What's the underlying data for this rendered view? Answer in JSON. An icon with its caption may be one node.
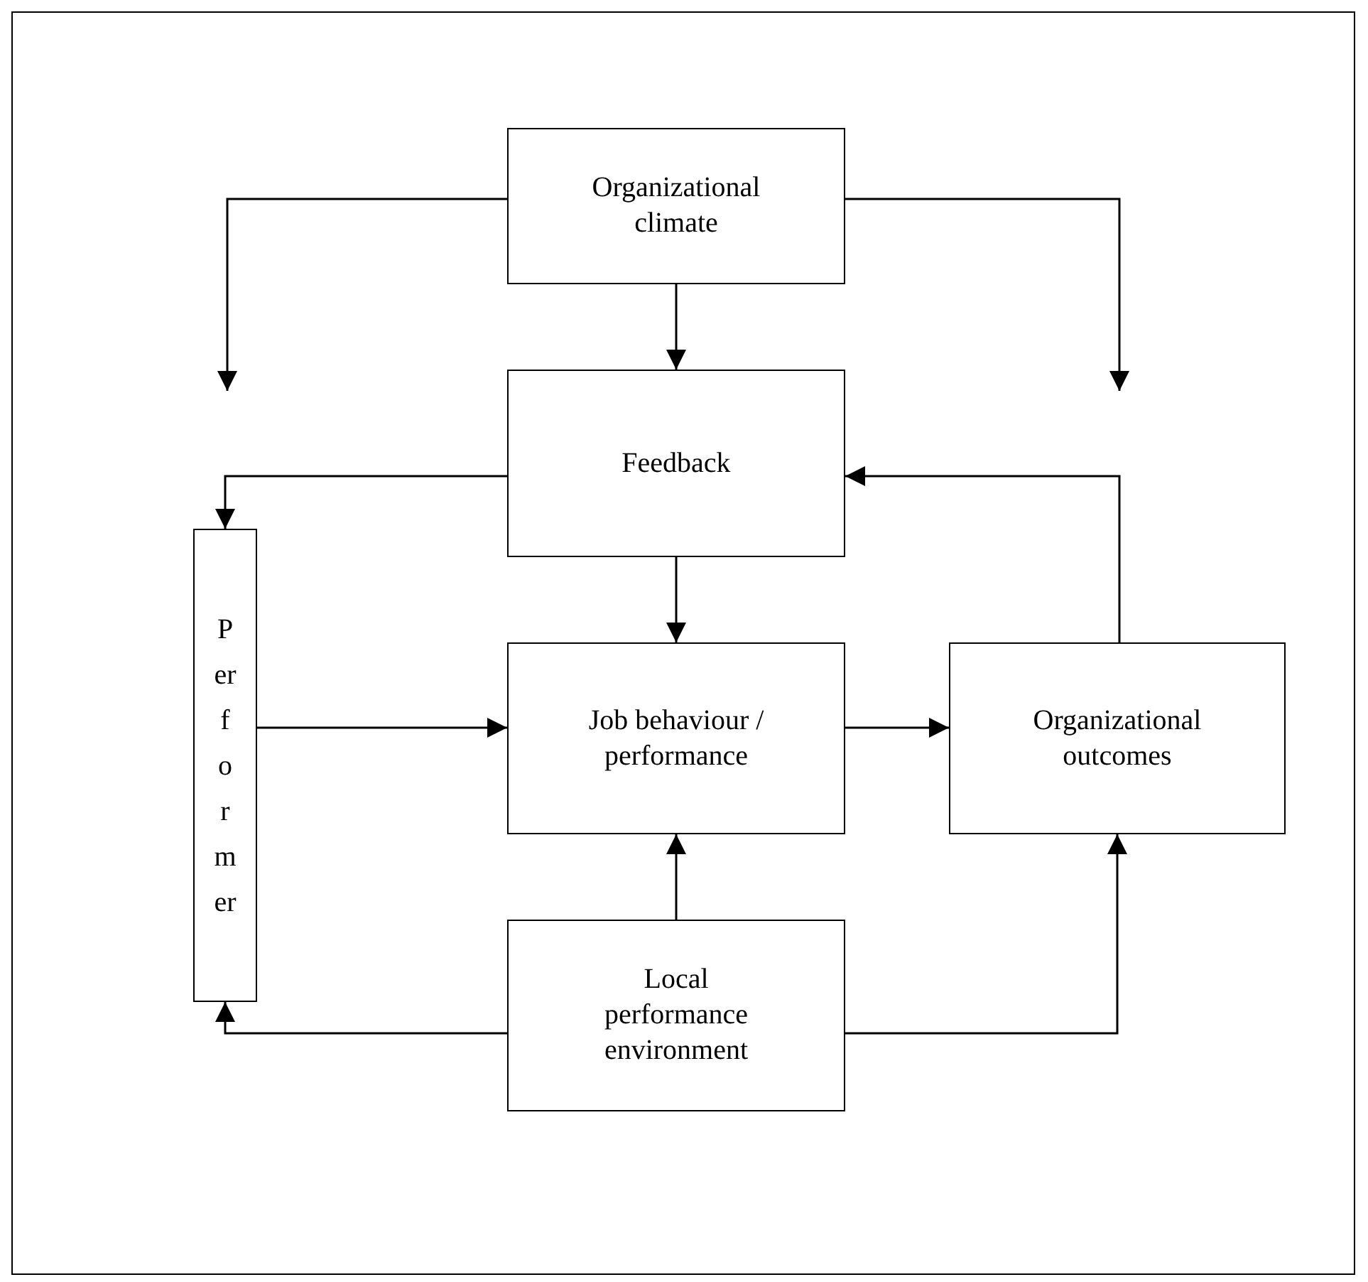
{
  "diagram": {
    "nodes": [
      {
        "text": [
          "Organizational climate"
        ]
      },
      {
        "text": [
          "Feedback"
        ]
      },
      {
        "text": [
          "Performer"
        ]
      },
      {
        "text": [
          "Job behaviour / performance"
        ]
      },
      {
        "text": [
          "Organizational outcomes"
        ]
      },
      {
        "text": [
          "Local performance environment"
        ]
      }
    ],
    "edges": [
      {
        "from": 0,
        "to": null,
        "arrow": "to"
      },
      {
        "from": 0,
        "to": null,
        "arrow": "to"
      },
      {
        "from": 0,
        "to": 1,
        "arrow": "to"
      },
      {
        "from": 1,
        "to": 2,
        "arrow": "to"
      },
      {
        "from": 1,
        "to": 3,
        "arrow": "to"
      },
      {
        "from": 2,
        "to": 3,
        "arrow": "to"
      },
      {
        "from": 3,
        "to": 4,
        "arrow": "to"
      },
      {
        "from": 4,
        "to": 1,
        "arrow": "to"
      },
      {
        "from": 5,
        "to": 3,
        "arrow": "to"
      },
      {
        "from": 5,
        "to": 2,
        "arrow": "to"
      },
      {
        "from": 5,
        "to": 4,
        "arrow": "to"
      }
    ]
  }
}
